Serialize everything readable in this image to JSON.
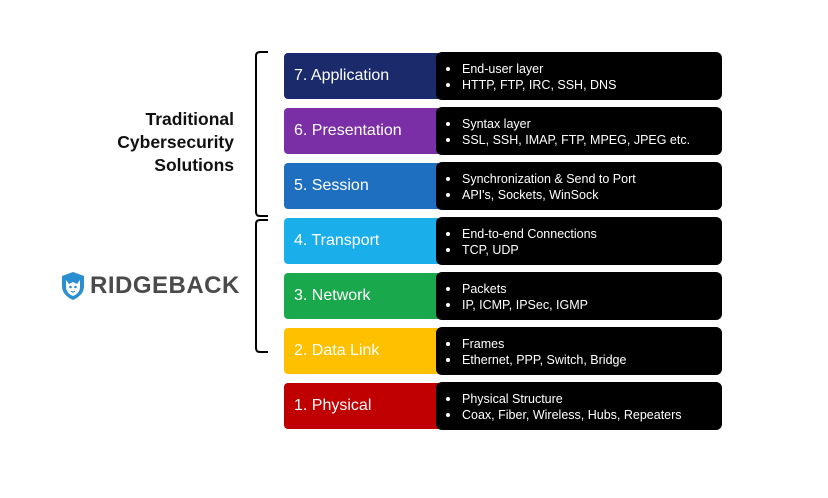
{
  "traditional_label_lines": [
    "Traditional",
    "Cybersecurity",
    "Solutions"
  ],
  "logo": {
    "text": "RIDGEBACK",
    "icon": "dog-shield-icon",
    "color": "#2a8fd0"
  },
  "layers": [
    {
      "label": "7. Application",
      "color": "#1a2a6b",
      "bullets": [
        "End-user layer",
        "HTTP, FTP, IRC, SSH, DNS"
      ]
    },
    {
      "label": "6. Presentation",
      "color": "#7b2fa6",
      "bullets": [
        "Syntax layer",
        "SSL, SSH, IMAP, FTP, MPEG, JPEG etc."
      ]
    },
    {
      "label": "5. Session",
      "color": "#1f6fc1",
      "bullets": [
        "Synchronization & Send to Port",
        "API's, Sockets, WinSock"
      ]
    },
    {
      "label": "4. Transport",
      "color": "#1aaeea",
      "bullets": [
        "End-to-end Connections",
        "TCP, UDP"
      ]
    },
    {
      "label": "3. Network",
      "color": "#19a84b",
      "bullets": [
        "Packets",
        "IP, ICMP, IPSec, IGMP"
      ]
    },
    {
      "label": "2. Data Link",
      "color": "#ffc000",
      "bullets": [
        "Frames",
        "Ethernet, PPP, Switch, Bridge"
      ]
    },
    {
      "label": "1. Physical",
      "color": "#c00000",
      "bullets": [
        "Physical Structure",
        "Coax, Fiber, Wireless, Hubs, Repeaters"
      ]
    }
  ]
}
